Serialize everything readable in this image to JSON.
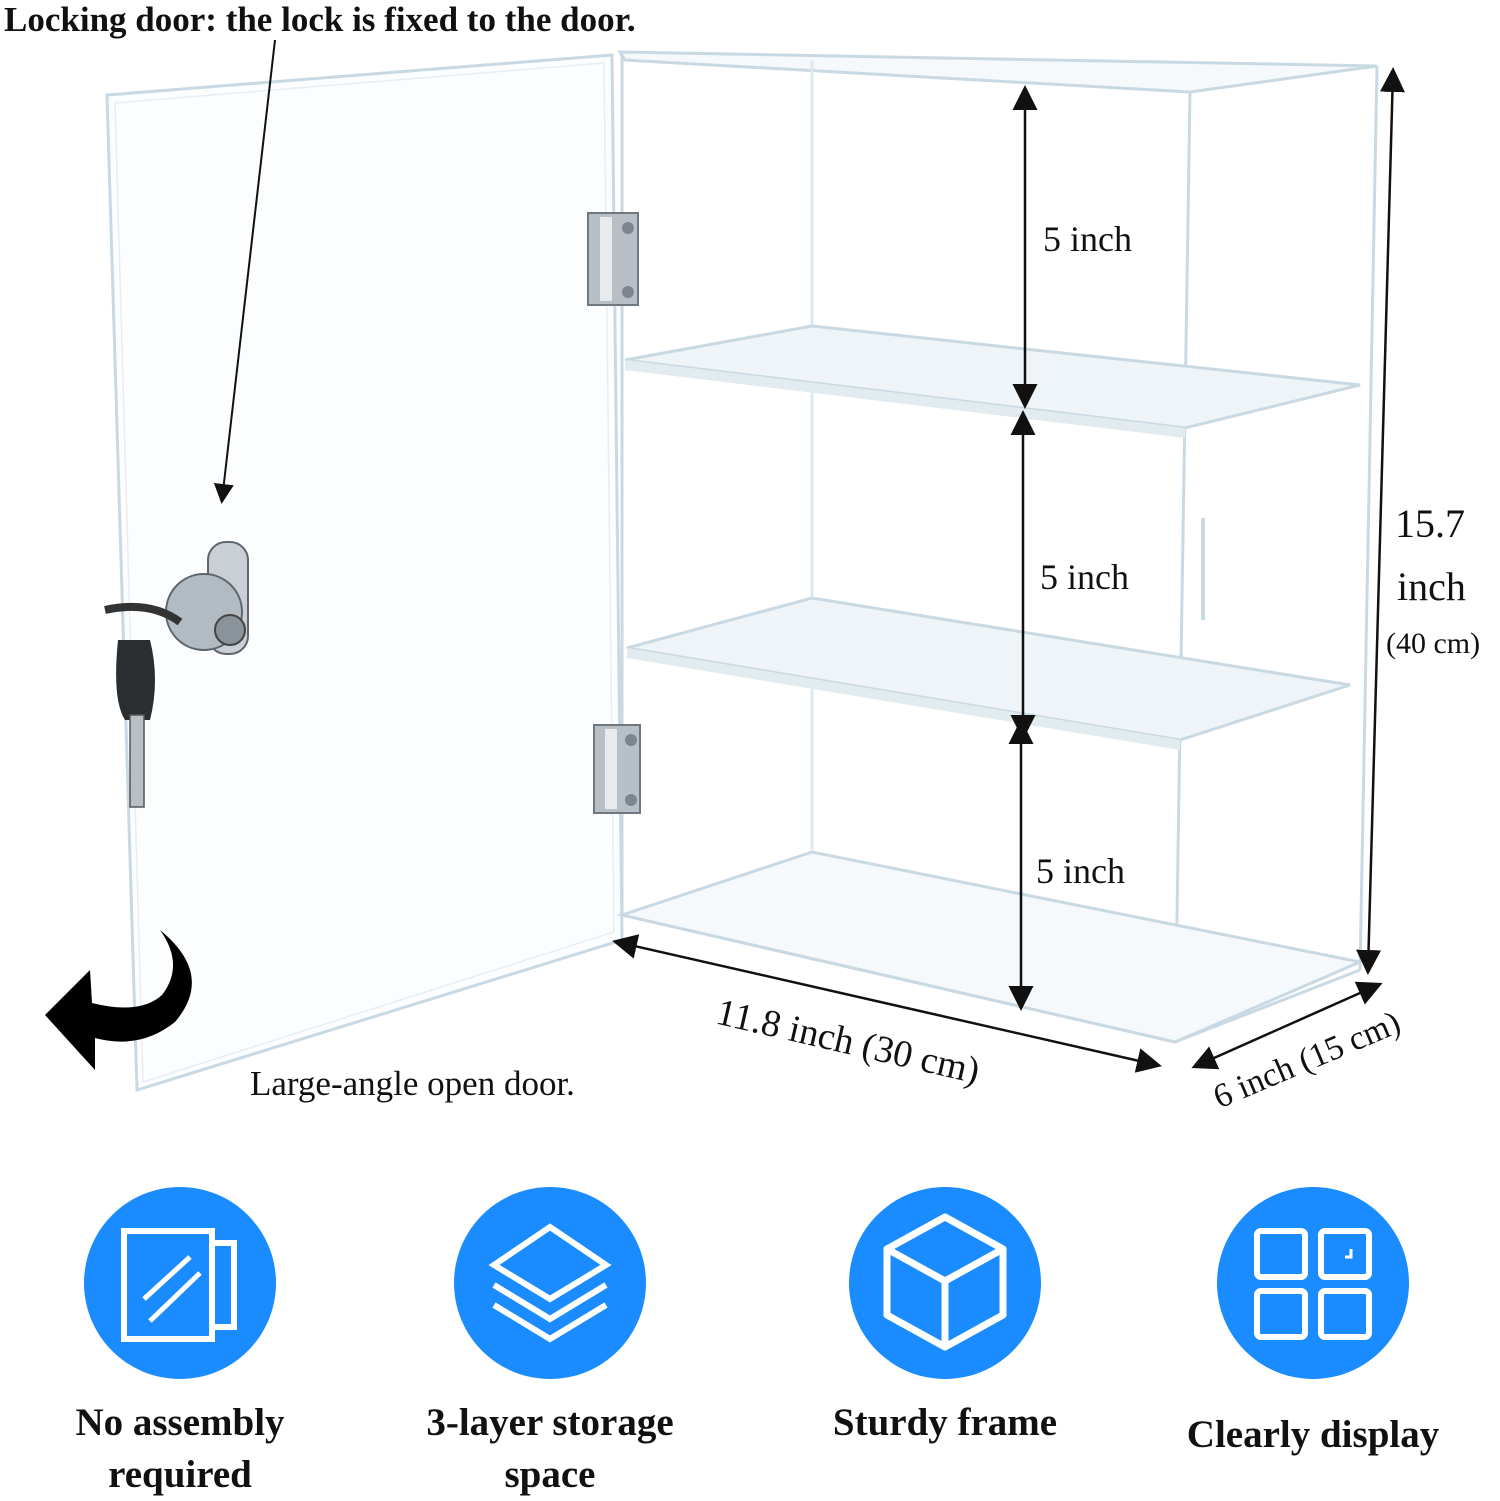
{
  "heading": "Locking door: the lock is fixed to the door.",
  "dimensions": {
    "shelf_top": "5 inch",
    "shelf_middle": "5 inch",
    "shelf_bottom": "5 inch",
    "height_value": "15.7",
    "height_unit": "inch",
    "height_metric": "(40 cm)",
    "width": "11.8 inch (30 cm)",
    "depth": "6 inch (15 cm)"
  },
  "open_door_caption": "Large-angle open door.",
  "features": [
    {
      "icon": "glass-panel-icon",
      "line1": "No assembly",
      "line2": "required"
    },
    {
      "icon": "layers-icon",
      "line1": "3-layer storage",
      "line2": "space"
    },
    {
      "icon": "cube-icon",
      "line1": "Sturdy frame",
      "line2": ""
    },
    {
      "icon": "grid-icon",
      "line1": "Clearly display",
      "line2": ""
    }
  ],
  "colors": {
    "icon_circle": "#1a8cff",
    "acrylic_edge": "#c9d9e3",
    "hinge": "#9aa3ab"
  }
}
